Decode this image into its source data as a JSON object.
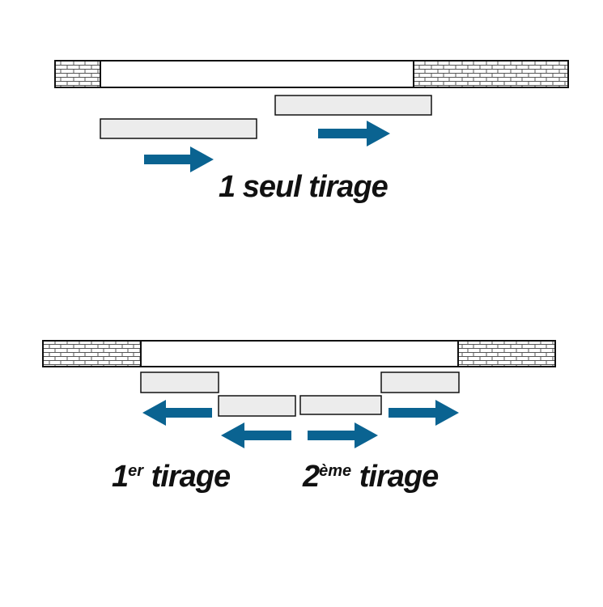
{
  "colors": {
    "arrow": "#0a6391",
    "panel_fill": "#ececec",
    "outline": "#111111",
    "brick_fill": "#ffffff"
  },
  "diagrams": [
    {
      "id": "single-pull",
      "label": {
        "number": "1",
        "superscript": "",
        "text": "seul tirage"
      },
      "arrows": [
        "right",
        "right"
      ]
    },
    {
      "id": "double-pull",
      "labels": [
        {
          "number": "1",
          "superscript": "er",
          "text": "tirage"
        },
        {
          "number": "2",
          "superscript": "ème",
          "text": "tirage"
        }
      ],
      "arrows": [
        "left",
        "left",
        "right",
        "right"
      ]
    }
  ]
}
